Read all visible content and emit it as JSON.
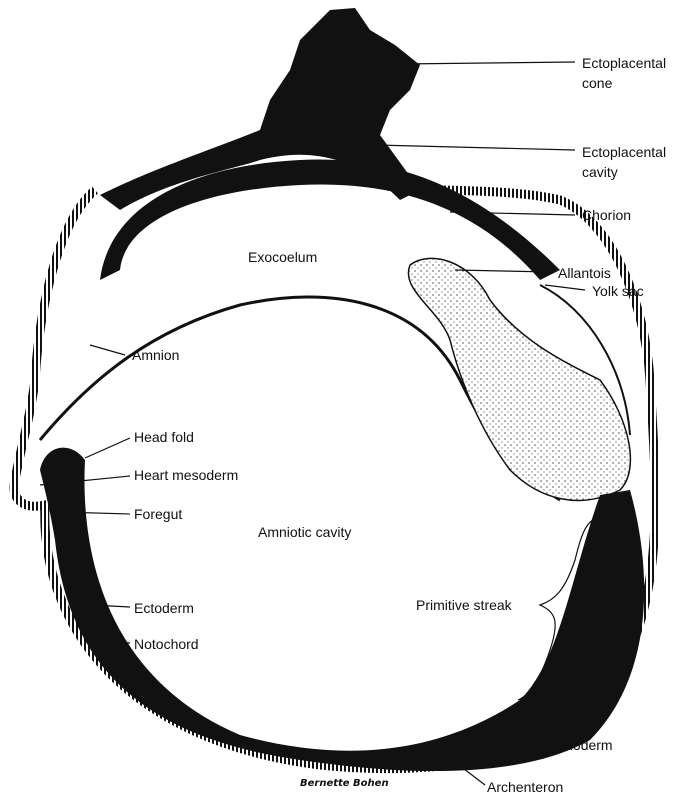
{
  "labels": {
    "ectoplacental_cone": [
      "Ectoplacental",
      "cone"
    ],
    "ectoplacental_cavity": [
      "Ectoplacental",
      "cavity"
    ],
    "chorion": "Chorion",
    "exocoelum": "Exocoelum",
    "allantois": "Allantois",
    "yolk_sac": "Yolk sac",
    "amnion": "Amnion",
    "head_fold": "Head fold",
    "heart_mesoderm": "Heart mesoderm",
    "foregut": "Foregut",
    "amniotic_cavity": "Amniotic cavity",
    "primitive_streak": "Primitive streak",
    "ectoderm": "Ectoderm",
    "notochord": "Notochord",
    "endoderm": "Endoderm",
    "archenteron": "Archenteron"
  },
  "signature": "Bernette Bohen",
  "colors": {
    "ink": "#111111",
    "background": "#ffffff",
    "stipple": "#bbbbbb"
  }
}
